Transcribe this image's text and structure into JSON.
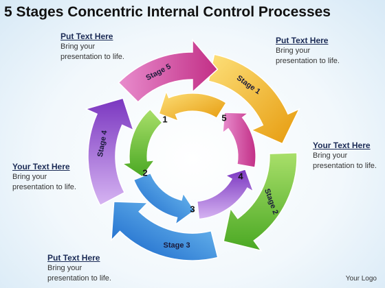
{
  "title": "5 Stages Concentric Internal Control Processes",
  "callouts": {
    "top_left": {
      "heading": "Put Text Here",
      "body": "Bring your\npresentation to life."
    },
    "top_right": {
      "heading": "Put Text Here",
      "body": "Bring your\npresentation to life."
    },
    "right": {
      "heading": "Your Text Here",
      "body": "Bring your\npresentation to life."
    },
    "left": {
      "heading": "Your Text Here",
      "body": "Bring your\npresentation to life."
    },
    "bottom_left": {
      "heading": "Put Text Here",
      "body": "Bring your\npresentation to life."
    }
  },
  "outer_stages": [
    {
      "label": "Stage 1",
      "color": "#f0b41e"
    },
    {
      "label": "Stage 2",
      "color": "#6cbf2e"
    },
    {
      "label": "Stage 3",
      "color": "#1e7fd8"
    },
    {
      "label": "Stage 4",
      "color": "#8b4fc8"
    },
    {
      "label": "Stage 5",
      "color": "#cc3f98"
    }
  ],
  "inner_numbers": [
    "1",
    "2",
    "3",
    "4",
    "5"
  ],
  "logo": "Your Logo"
}
